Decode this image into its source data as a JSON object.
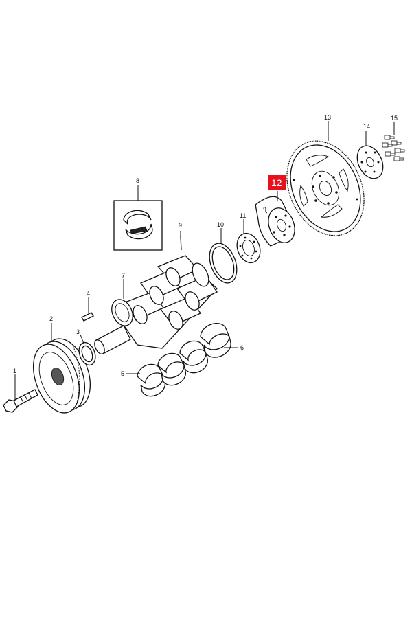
{
  "diagram": {
    "highlight_color": "#e8101a",
    "labels": {
      "p1": "1",
      "p2": "2",
      "p3": "3",
      "p4": "4",
      "p5": "5",
      "p6": "6",
      "p7": "7",
      "p8": "8",
      "p9": "9",
      "p10": "10",
      "p11": "11",
      "p12": "12",
      "p13": "13",
      "p14": "14",
      "p15": "15"
    }
  }
}
